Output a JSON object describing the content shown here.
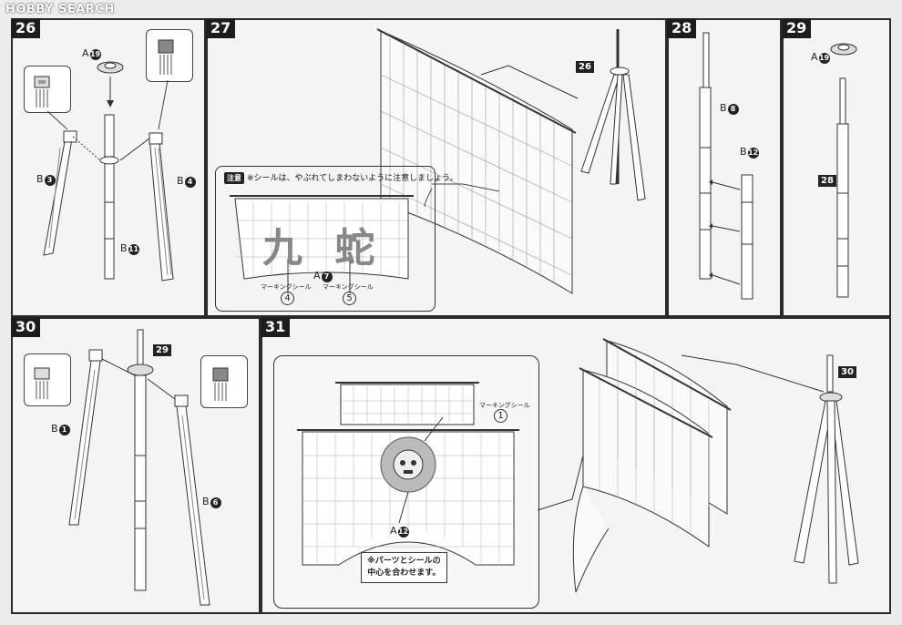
{
  "watermark": "HOBBY SEARCH",
  "steps": {
    "s26": {
      "number": "26",
      "labels": {
        "a19_letter": "A",
        "a19_num": "19",
        "b3_letter": "B",
        "b3_num": "3",
        "b4_letter": "B",
        "b4_num": "4",
        "b11_letter": "B",
        "b11_num": "11"
      }
    },
    "s27": {
      "number": "27",
      "ref_tag": "26",
      "note_badge": "注意",
      "note_text": "※シールは、やぶれてしまわないように注意しましょう。",
      "kanji": "九 蛇",
      "a7_letter": "A",
      "a7_num": "7",
      "sticker_left_label": "マーキングシール",
      "sticker_left_num": "4",
      "sticker_right_label": "マーキングシール",
      "sticker_right_num": "5"
    },
    "s28": {
      "number": "28",
      "labels": {
        "b8_letter": "B",
        "b8_num": "8",
        "b12_letter": "B",
        "b12_num": "12"
      }
    },
    "s29": {
      "number": "29",
      "ref_tag": "28",
      "labels": {
        "a19_letter": "A",
        "a19_num": "19"
      }
    },
    "s30": {
      "number": "30",
      "ref_tag": "29",
      "labels": {
        "b1_letter": "B",
        "b1_num": "1",
        "b6_letter": "B",
        "b6_num": "6"
      }
    },
    "s31": {
      "number": "31",
      "ref_tag": "30",
      "sticker_label": "マーキングシール",
      "sticker_num": "1",
      "a12_letter": "A",
      "a12_num": "12",
      "instruction_line1": "※パーツとシールの",
      "instruction_line2": "中心を合わせます。"
    }
  }
}
